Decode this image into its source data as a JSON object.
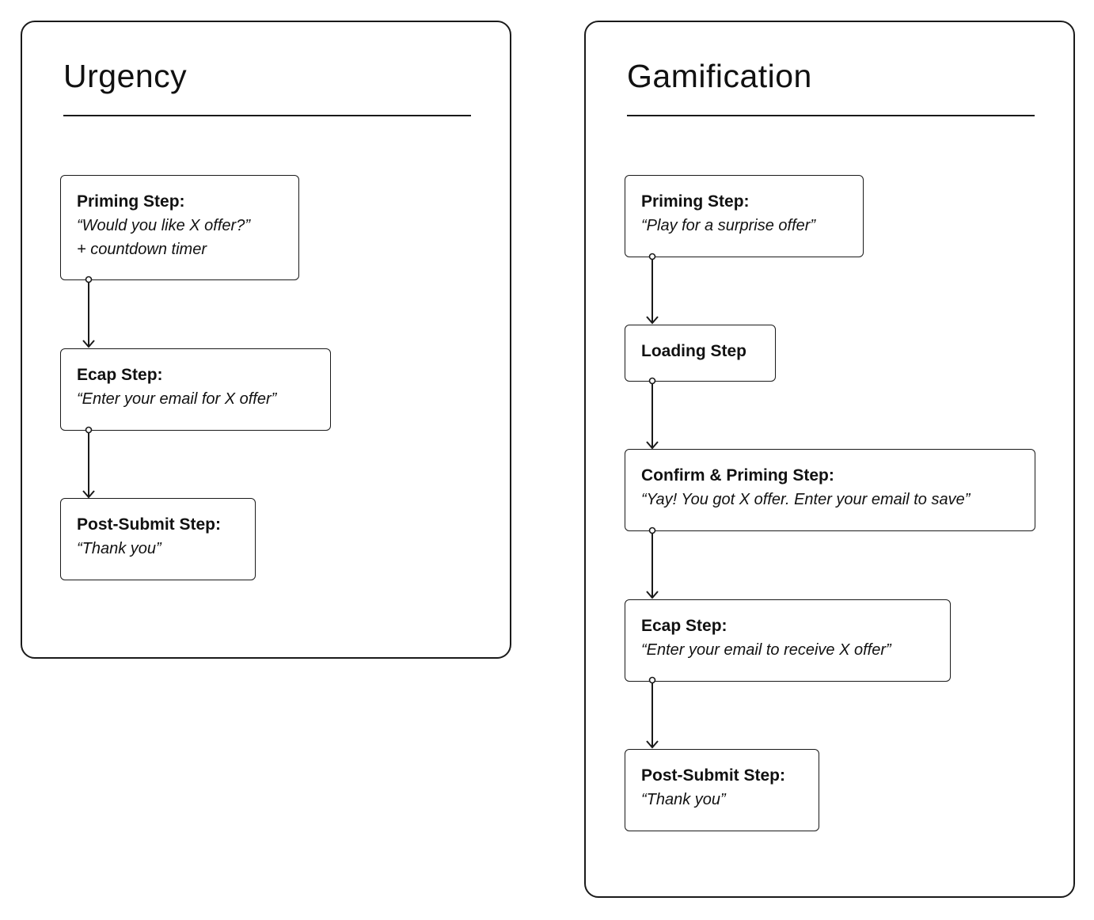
{
  "panels": {
    "urgency": {
      "title": "Urgency",
      "steps": [
        {
          "title": "Priming Step:",
          "lines": [
            "“Would you like X offer?”",
            "+ countdown timer"
          ]
        },
        {
          "title": "Ecap Step:",
          "lines": [
            "“Enter your email for X offer”"
          ]
        },
        {
          "title": "Post-Submit Step:",
          "lines": [
            "“Thank you”"
          ]
        }
      ]
    },
    "gamification": {
      "title": "Gamification",
      "steps": [
        {
          "title": "Priming Step:",
          "lines": [
            "“Play for a surprise offer”"
          ]
        },
        {
          "title": "Loading Step",
          "lines": []
        },
        {
          "title": "Confirm & Priming Step:",
          "lines": [
            "“Yay! You got X offer. Enter your email to save”"
          ]
        },
        {
          "title": "Ecap Step:",
          "lines": [
            "“Enter your email to receive X offer”"
          ]
        },
        {
          "title": "Post-Submit Step:",
          "lines": [
            "“Thank you”"
          ]
        }
      ]
    }
  },
  "colors": {
    "stroke": "#1a1a1a",
    "background": "#ffffff",
    "text": "#111111"
  }
}
